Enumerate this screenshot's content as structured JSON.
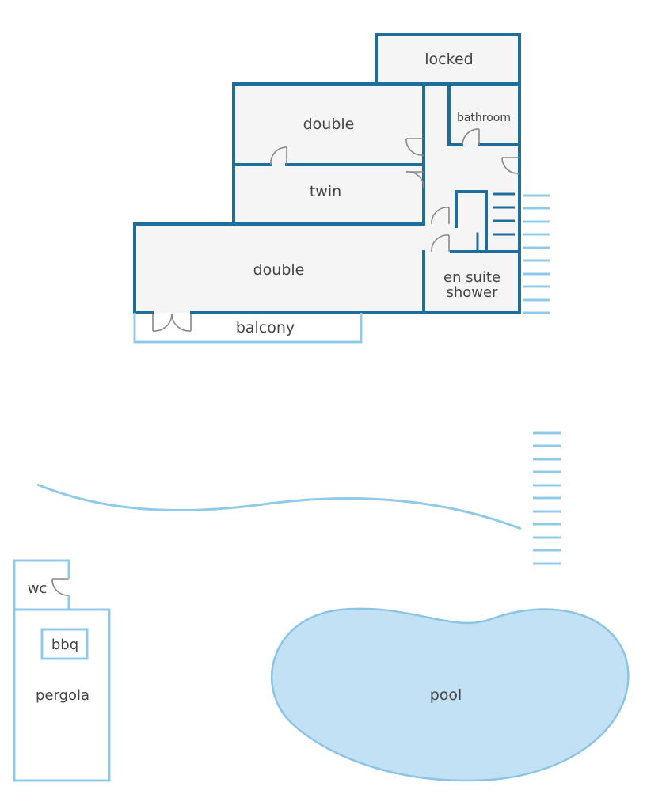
{
  "colors": {
    "wall": "#1f6d9a",
    "light_outline": "#8fcbe8",
    "room_fill": "#f5f5f5",
    "pool_fill": "#c2e1f5",
    "pool_stroke": "#8cc4e6",
    "door": "#888888",
    "text": "#444444"
  },
  "rooms": {
    "locked": "locked",
    "bathroom": "bathroom",
    "double_upper": "double",
    "twin": "twin",
    "double_lower": "double",
    "en_suite_line1": "en suite",
    "en_suite_line2": "shower",
    "balcony": "balcony",
    "wc": "wc",
    "bbq": "bbq",
    "pergola": "pergola",
    "pool": "pool"
  }
}
